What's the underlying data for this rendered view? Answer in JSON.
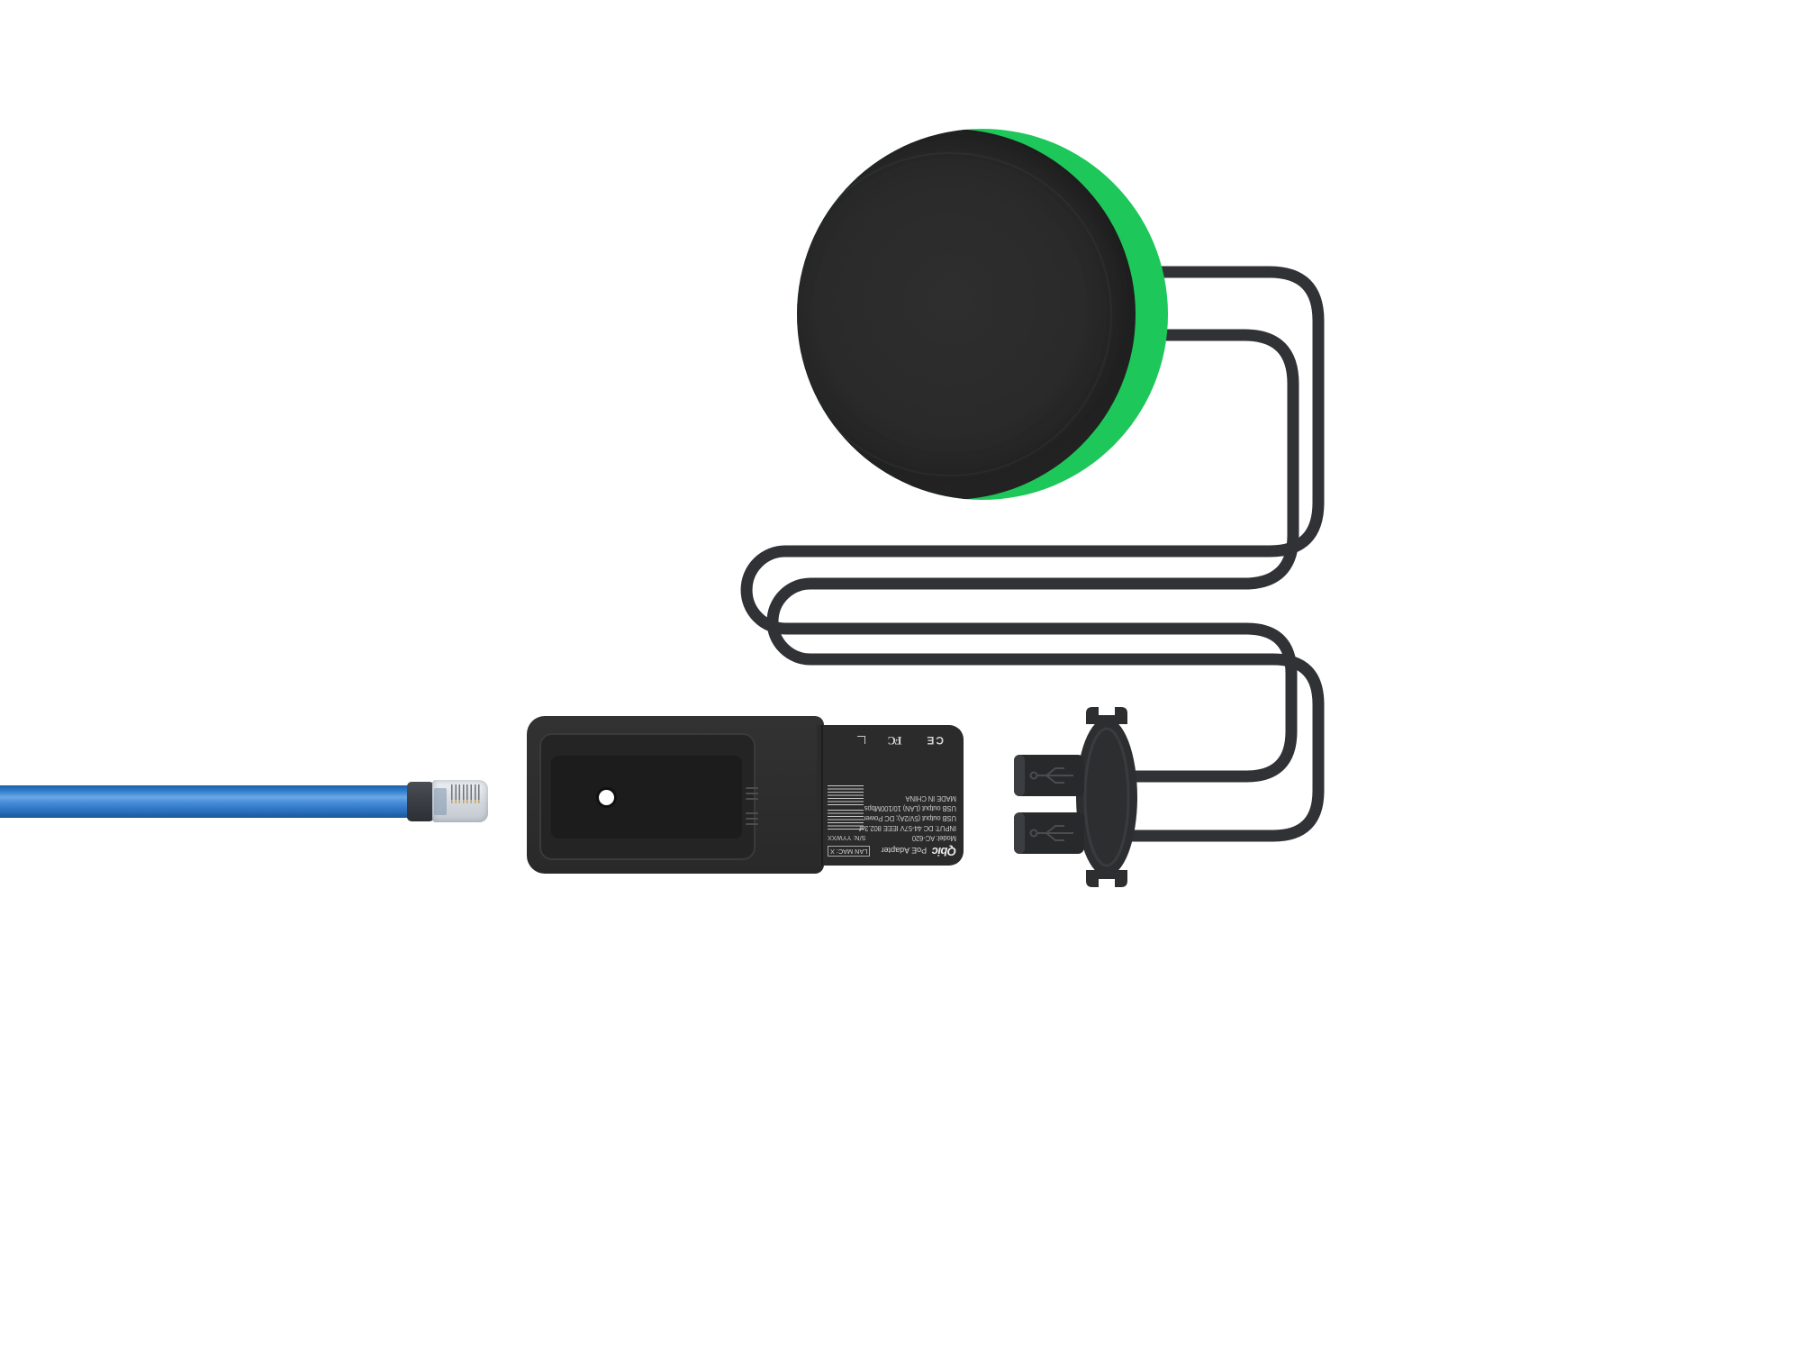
{
  "label": {
    "brand": "Qbic",
    "title": "PoE Adapter",
    "model": "Model: AC-620",
    "input": "INPUT: DC 44-57V IEEE 802.3af",
    "usb_power": "USB output (5V/2A); DC Power",
    "usb_lan": "USB output (LAN)  10/100Mbps",
    "made_in": "MADE IN CHINA",
    "serial": "S/N: YYWXX",
    "lan_mac": "LAN MAC: X",
    "fcc_mark": "FC",
    "ce_mark": "CE"
  },
  "colors": {
    "bg": "#ffffff",
    "device-black": "#2a2a2a",
    "accent-green": "#1ec75a",
    "cable-dark": "#313236",
    "ethernet-blue": "#2e7ccd",
    "label-text": "#c9c9c9",
    "hole-white": "#ffffff"
  }
}
